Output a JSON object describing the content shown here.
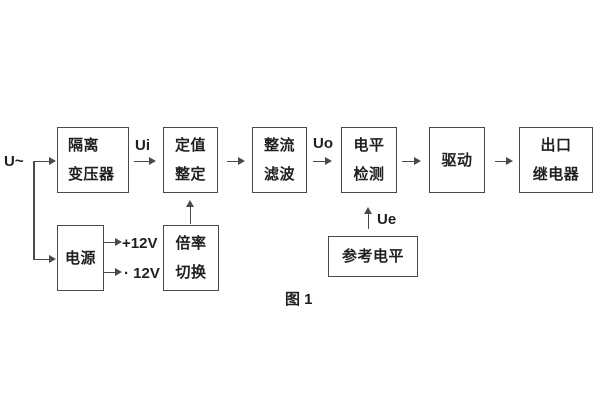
{
  "input_label": "U~",
  "signals": {
    "ui": "Ui",
    "uo": "Uo",
    "ue": "Ue"
  },
  "power_rails": {
    "positive": "+12V",
    "negative": "· 12V"
  },
  "blocks": {
    "isolation_transformer": {
      "line1": "隔离",
      "line2": "变压器"
    },
    "value_setting": {
      "line1": "定值",
      "line2": "整定"
    },
    "rectify_filter": {
      "line1": "整流",
      "line2": "滤波"
    },
    "level_detect": {
      "line1": "电平",
      "line2": "检测"
    },
    "drive": {
      "label": "驱动"
    },
    "output_relay": {
      "line1": "出口",
      "line2": "继电器"
    },
    "power_supply": {
      "label": "电源"
    },
    "ratio_switch": {
      "line1": "倍率",
      "line2": "切换"
    },
    "reference_level": {
      "label": "参考电平"
    }
  },
  "caption": "图 1",
  "colors": {
    "line": "#4a4a4a",
    "text": "#1f1f1f",
    "background": "#ffffff"
  }
}
